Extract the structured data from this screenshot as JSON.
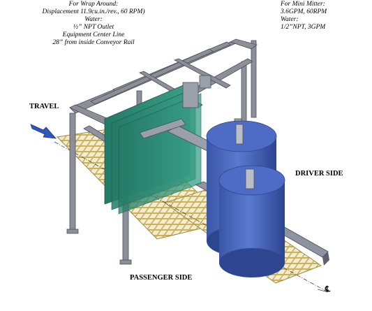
{
  "notes_left": {
    "line1": "For Wrap Around:",
    "line2": "Displacement 11.9cu.in./rev., 60 RPM)",
    "line3": "Water:",
    "line4": "½” NPT Outlet",
    "line5": "Equipment Center Line",
    "line6": "28” from inside Conveyor Rail"
  },
  "notes_right": {
    "line1": "For Mini Mitter:",
    "line2": "3.6GPM, 60RPM",
    "line3": "Water:",
    "line4": "1/2”NPT, 3GPM"
  },
  "labels": {
    "travel": "TRAVEL",
    "driver_side": "DRIVER SIDE",
    "passenger_side": "PASSENGER SIDE",
    "centerline": "℄"
  },
  "colors": {
    "frame": "#8c8f98",
    "curtain": "#2e8c76",
    "tank": "#4a68b8",
    "arrow": "#2f56b8",
    "grate": "#d9c77a"
  }
}
